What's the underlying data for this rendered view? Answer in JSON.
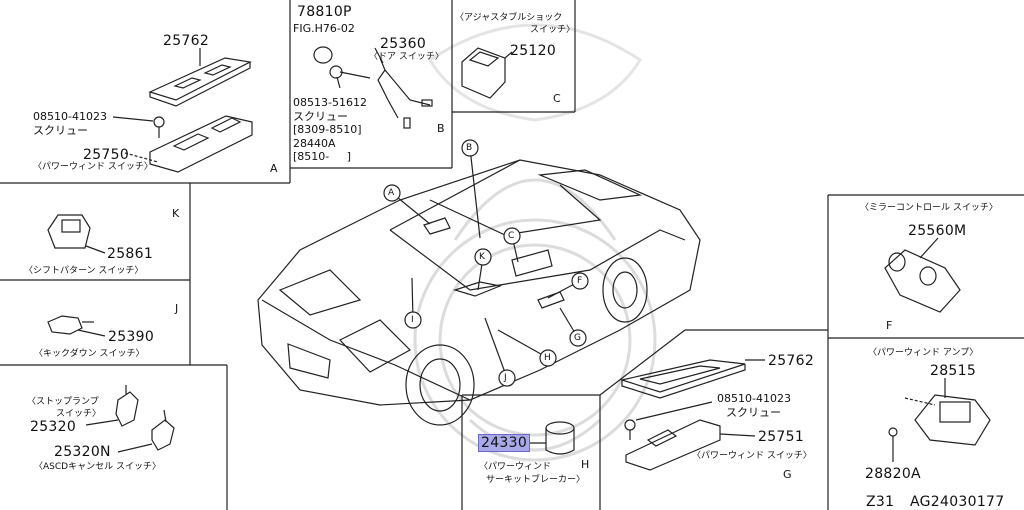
{
  "panel_a": {
    "letter": "A",
    "part_top": "25762",
    "screw_num": "08510-41023",
    "screw_label": "スクリュー",
    "part_switch": "25750",
    "caption": "〈パワーウィンド スイッチ〉"
  },
  "panel_b": {
    "letter": "B",
    "fig_part": "78810P",
    "fig_ref": "FIG.H76-02",
    "switch_part": "25360",
    "switch_caption": "〈ドア スイッチ〉",
    "screw_num": "08513-51612",
    "screw_label": "スクリュー",
    "screw_range": "[8309-8510]",
    "part_2": "28440A",
    "part_2_range": "[8510-     ]"
  },
  "panel_c": {
    "letter": "C",
    "caption_1": "〈アジャスタブルショック",
    "caption_2": "スイッチ〉",
    "part": "25120"
  },
  "panel_k": {
    "letter": "K",
    "part": "25861",
    "caption": "〈シフトパターン スイッチ〉"
  },
  "panel_j": {
    "letter": "J",
    "part": "25390",
    "caption": "〈キックダウン スイッチ〉"
  },
  "panel_stop": {
    "caption_1": "〈ストップランプ",
    "caption_2": "スイッチ〉",
    "part_1": "25320",
    "part_2": "25320N",
    "caption_3": "〈ASCDキャンセル スイッチ〉"
  },
  "panel_h": {
    "letter": "H",
    "part": "24330",
    "caption_1": "〈パワーウィンド",
    "caption_2": "サーキットブレーカー〉"
  },
  "panel_g": {
    "letter": "G",
    "part_top": "25762",
    "screw_num": "08510-41023",
    "screw_label": "スクリュー",
    "part_switch": "25751",
    "caption": "〈パワーウィンド スイッチ〉"
  },
  "panel_f": {
    "letter": "F",
    "caption": "〈ミラーコントロール スイッチ〉",
    "part": "25560M"
  },
  "panel_amp": {
    "caption": "〈パワーウィンド アンプ〉",
    "part_1": "28515",
    "part_2": "28820A"
  },
  "car_callouts": [
    "A",
    "B",
    "C",
    "K",
    "F",
    "I",
    "G",
    "H",
    "J"
  ],
  "footer": {
    "model": "Z31",
    "code": "AG24030177"
  },
  "colors": {
    "line": "#222222",
    "highlight_fill": "#a9a8e8",
    "highlight_border": "#6b69c6",
    "watermark": "#dcdcdc"
  }
}
